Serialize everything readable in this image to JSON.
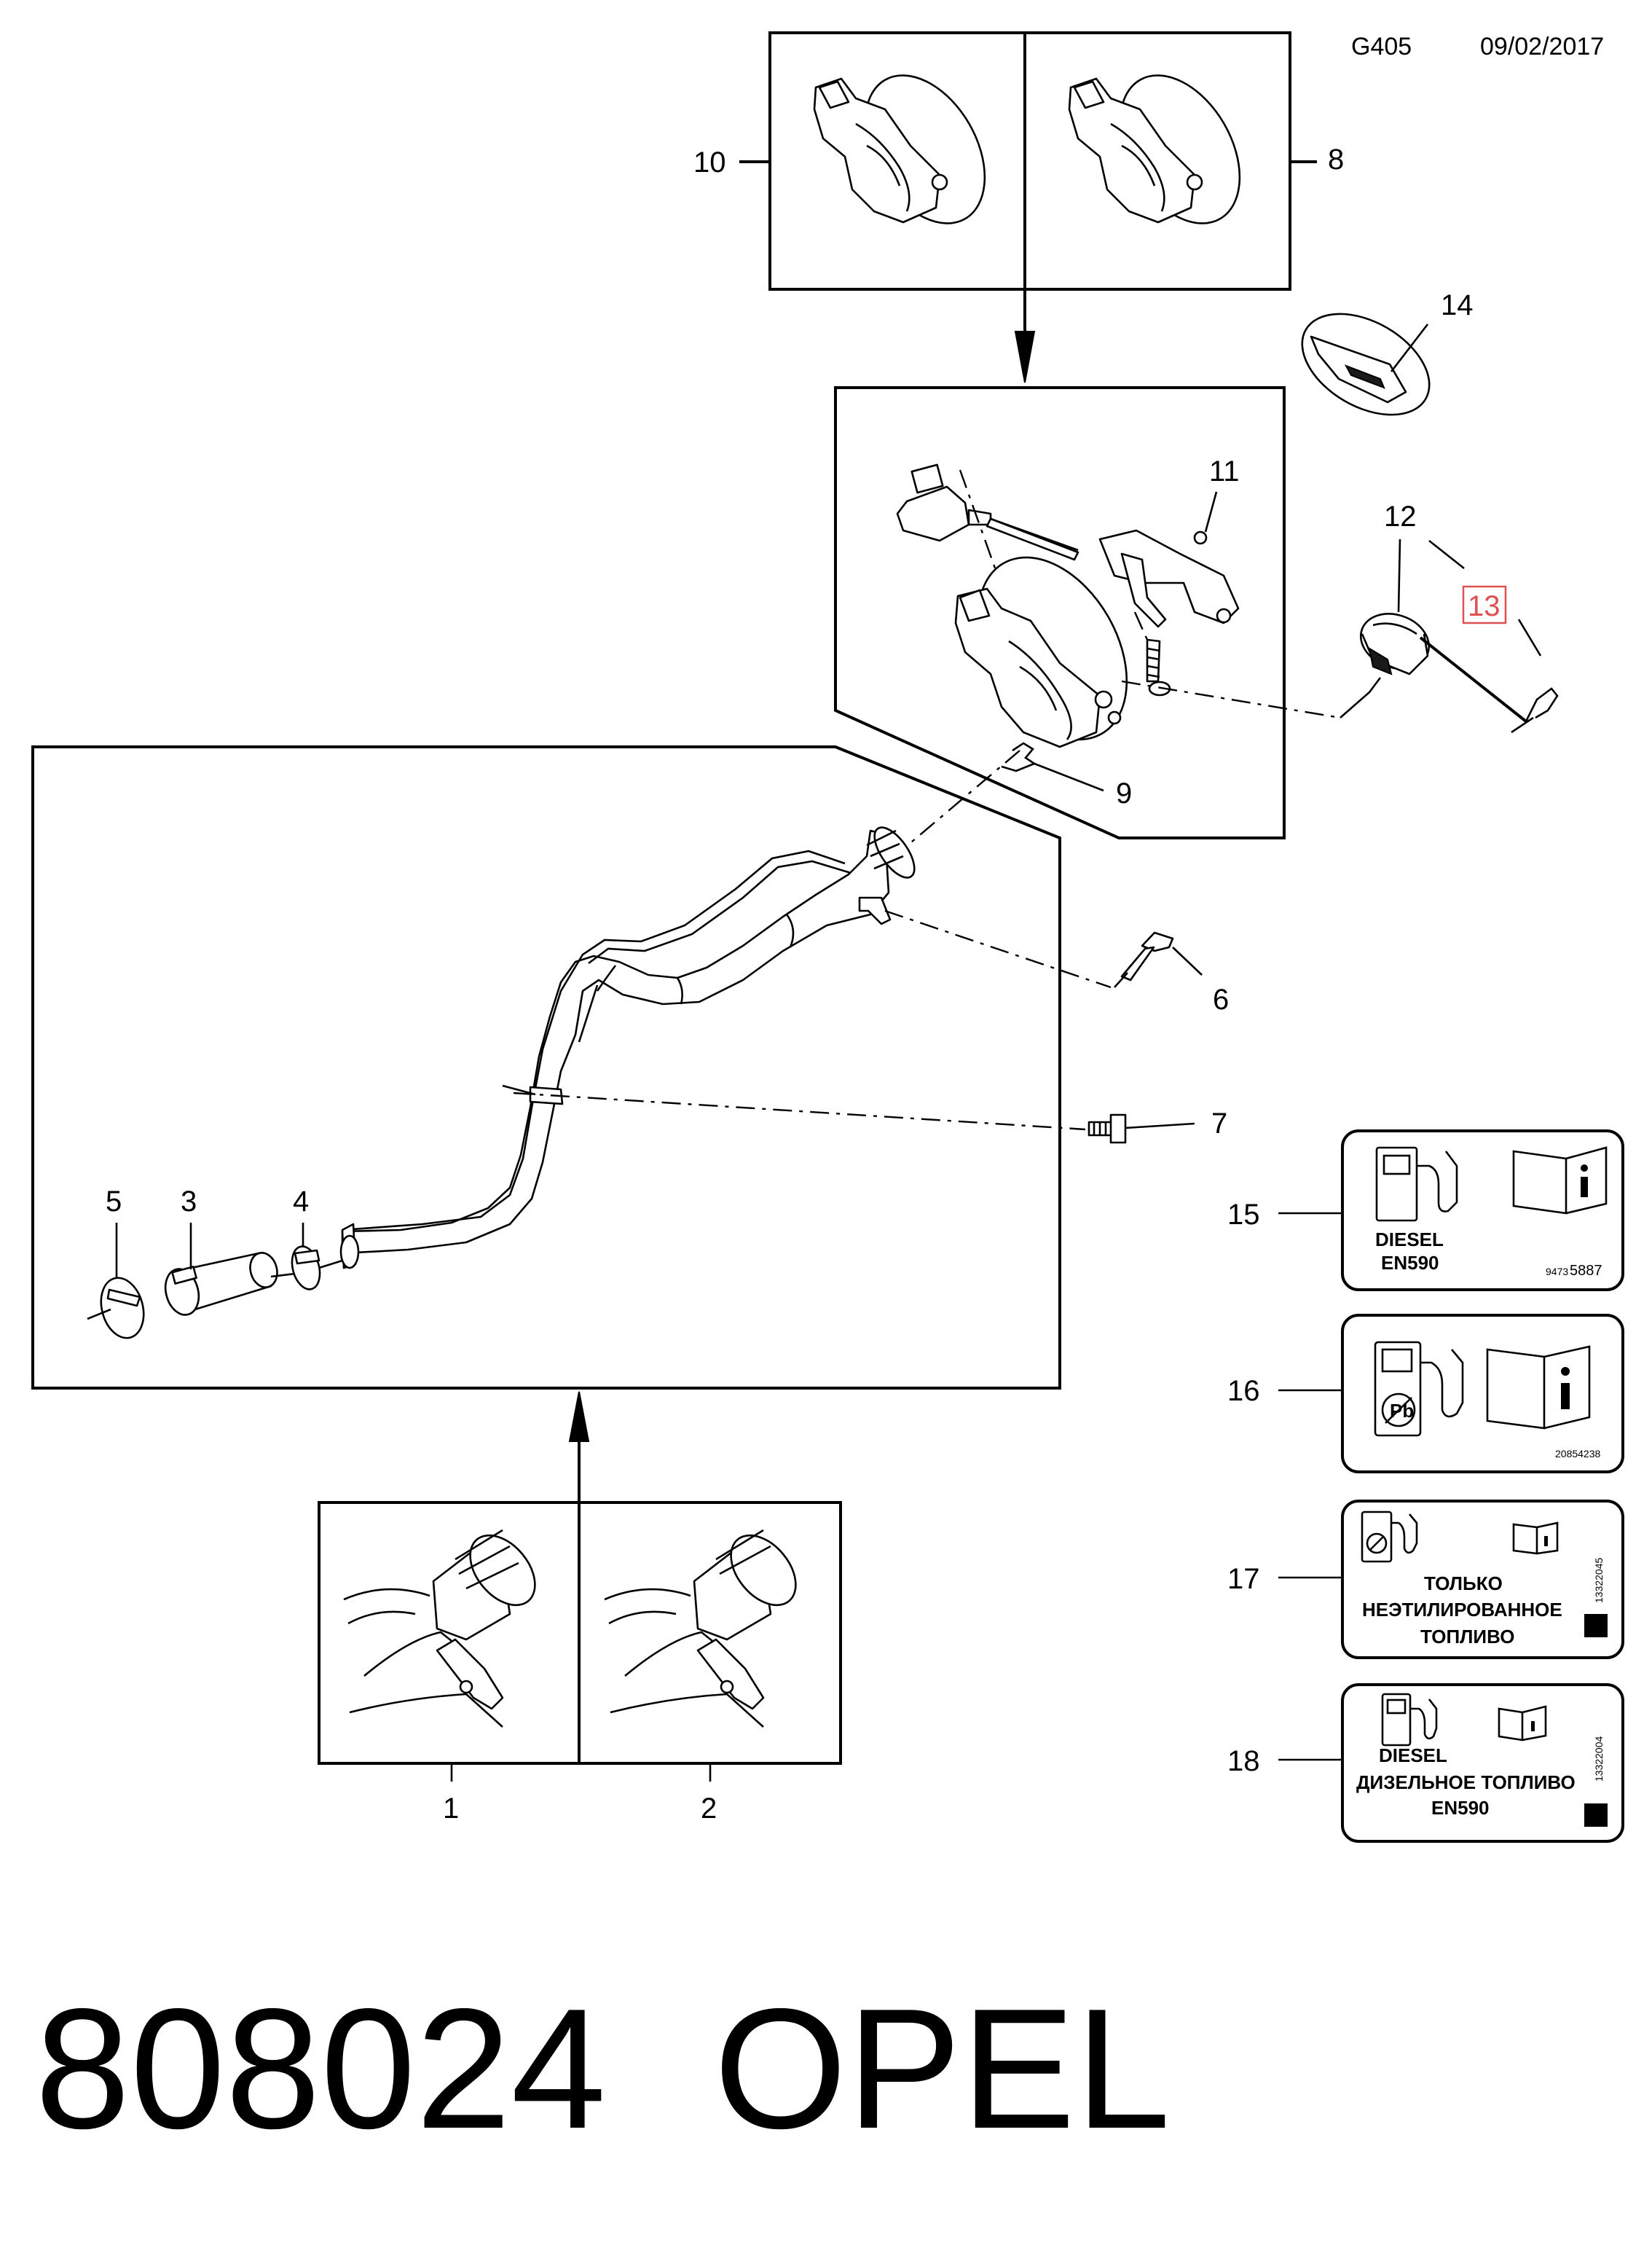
{
  "header": {
    "code": "G405",
    "date": "09/02/2017"
  },
  "footer": {
    "part_number": "808024",
    "brand": "OPEL"
  },
  "callouts": {
    "c1": "1",
    "c2": "2",
    "c3": "3",
    "c4": "4",
    "c5": "5",
    "c6": "6",
    "c7": "7",
    "c8": "8",
    "c9": "9",
    "c10": "10",
    "c11": "11",
    "c12": "12",
    "c13": "13",
    "c14": "14",
    "c15": "15",
    "c16": "16",
    "c17": "17",
    "c18": "18"
  },
  "labels": {
    "l15": {
      "line1": "DIESEL",
      "line2": "EN590",
      "code_prefix": "9473",
      "code": "5887"
    },
    "l16": {
      "code": "20854238"
    },
    "l17": {
      "line1": "ТОЛЬКО",
      "line2": "НЕЭТИЛИРОВАННОЕ",
      "line3": "ТОПЛИВО",
      "code": "13322045"
    },
    "l18": {
      "line1": "DIESEL",
      "line2": "ДИЗЕЛЬНОЕ ТОПЛИВО",
      "line3": "EN590",
      "code": "13322004"
    }
  },
  "icons": {
    "fuel_pump": "fuel-pump-icon",
    "manual_info": "manual-info-icon",
    "no_lead": "unleaded-fuel-icon",
    "gm_logo": "gm-logo-icon"
  },
  "colors": {
    "highlight": "#e05050",
    "ink": "#000000"
  }
}
